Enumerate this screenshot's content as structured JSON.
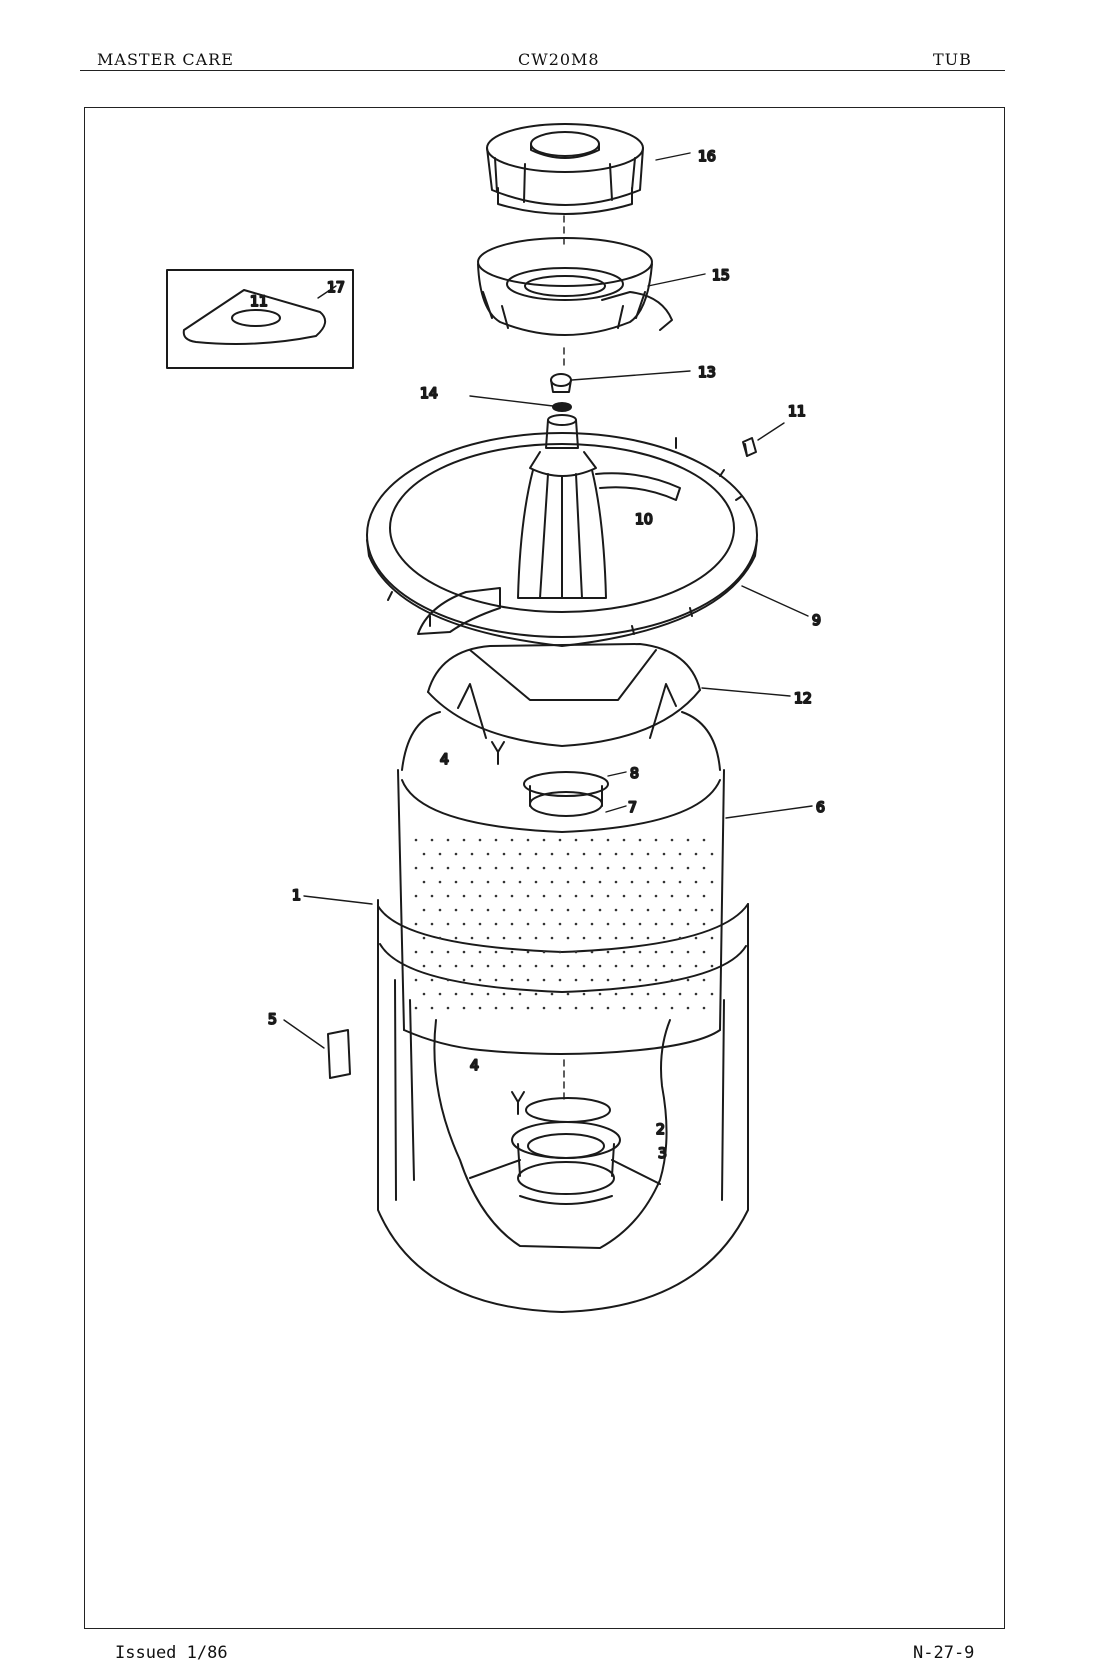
{
  "header": {
    "left": "MASTER CARE",
    "center": "CW20M8",
    "right": "TUB"
  },
  "footer": {
    "left": "Issued 1/86",
    "right": "N-27-9"
  },
  "callouts": {
    "n1": "1",
    "n2": "2",
    "n3": "3",
    "n4a": "4",
    "n4b": "4",
    "n5": "5",
    "n6": "6",
    "n7": "7",
    "n8": "8",
    "n9": "9",
    "n10": "10",
    "n11": "11",
    "n12": "12",
    "n13": "13",
    "n14": "14",
    "n15": "15",
    "n16": "16",
    "n17": "17",
    "n17i": "11"
  }
}
